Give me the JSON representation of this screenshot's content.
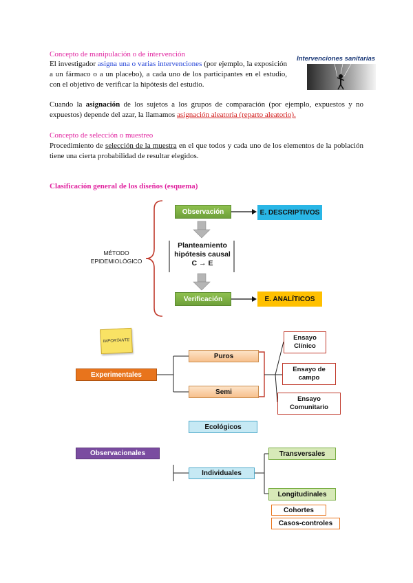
{
  "section1": {
    "heading": "Concepto de manipulación o de intervención",
    "p1_a": "El investigador ",
    "p1_link": "asigna una o varias intervenciones",
    "p1_b": " (por ejemplo, la exposición a un fármaco o a un placebo), a cada uno de los participantes en el estudio, con el objetivo de verificar la hipótesis del estudio.",
    "p2_a": "Cuando la ",
    "p2_bold": "asignación",
    "p2_b": " de los sujetos a los grupos de comparación (por ejemplo, expuestos y no expuestos) depende del azar, la llamamos ",
    "p2_red": "asignación aleatoria (reparto aleatorio).",
    "image_caption": "Intervenciones sanitarias"
  },
  "section2": {
    "heading": "Concepto de selección o muestreo",
    "p_a": "Procedimiento de ",
    "p_u": "selección de la muestra",
    "p_b": " en el que todos y cada uno de los elementos de la población tiene una cierta probabilidad de resultar elegidos."
  },
  "section3": {
    "heading": "Clasificación general de los diseños (esquema)",
    "metodo_line1": "MÉTODO",
    "metodo_line2": "EPIDEMIOLÓGICO",
    "observacion": "Observación",
    "descriptivos": "E. DESCRIPTIVOS",
    "planteamiento_l1": "Planteamiento",
    "planteamiento_l2": "hipótesis causal",
    "planteamiento_l3": "C → E",
    "verificacion": "Verificación",
    "analiticos": "E. ANALÍTICOS"
  },
  "tree": {
    "note": "IMPORTANTE",
    "experimentales": "Experimentales",
    "puros": "Puros",
    "semi": "Semi",
    "ensayo_clinico": "Ensayo Clínico",
    "ensayo_campo": "Ensayo de campo",
    "ensayo_comunitario": "Ensayo Comunitario",
    "ecologicos": "Ecológicos",
    "observacionales": "Observacionales",
    "individuales": "Individuales",
    "transversales": "Transversales",
    "longitudinales": "Longitudinales",
    "cohortes": "Cohortes",
    "casos_controles": "Casos-controles"
  },
  "colors": {
    "heading_pink": "#e0219e",
    "blue_link": "#1f3fd6",
    "red_text": "#d11a1a",
    "green": "#78ad42",
    "cyan": "#29b6e6",
    "yellow": "#ffc000",
    "orange": "#e8741c",
    "purple": "#7a4ca0",
    "peach": "#fbd5b0",
    "light_cyan": "#c6e9f4",
    "light_green": "#d7e9b8",
    "dark_red_border": "#c0392b"
  }
}
